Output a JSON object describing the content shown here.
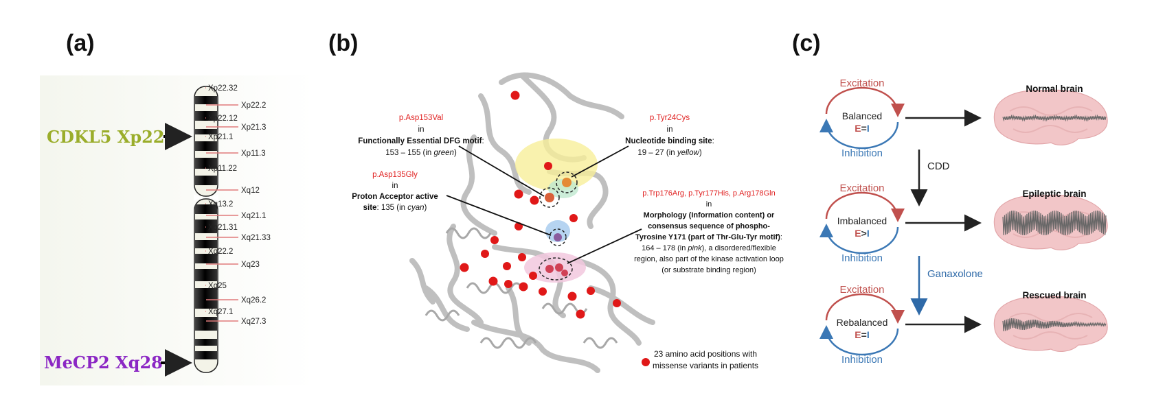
{
  "panels": [
    {
      "letter": "(a)"
    },
    {
      "letter": "(b)"
    },
    {
      "letter": "(c)"
    }
  ],
  "panel_a": {
    "genes": [
      {
        "label": "CDKL5 Xp22",
        "color": "#9aad2a"
      },
      {
        "label": "MeCP2 Xq28",
        "color": "#8b27c4"
      }
    ],
    "bands_right": [
      "Xp22.32",
      "Xp22.2",
      "Xp22.12",
      "Xp21.3",
      "Xp21.1",
      "Xp11.3",
      "Xp11.22",
      "Xq12",
      "Xq13.2",
      "Xq21.1",
      "Xq21.31",
      "Xq21.33",
      "Xq22.2",
      "Xq23",
      "Xq25",
      "Xq26.2",
      "Xq27.1",
      "Xq27.3"
    ]
  },
  "panel_b": {
    "annotations": {
      "asp153": {
        "variant": "p.Asp153Val",
        "in": "in",
        "title": "Functionally Essential DFG motif",
        "colon": ":",
        "range": "153 – 155  (in ",
        "color_word": "green",
        "close": ")"
      },
      "tyr24": {
        "variant": "p.Tyr24Cys",
        "in": "in",
        "title": "Nucleotide binding site",
        "colon": ":",
        "range": "19 – 27 (in ",
        "color_word": "yellow",
        "close": ")"
      },
      "asp135": {
        "variant": "p.Asp135Gly",
        "in": "in",
        "title_line1": "Proton Acceptor active",
        "title_line2": "site",
        "rest": ": 135 (in ",
        "color_word": "cyan",
        "close": ")"
      },
      "trp176": {
        "variant": "p.Trp176Arg, p.Tyr177His, p.Arg178Gln",
        "in": "in",
        "title_line1": "Morphology (Information content) or",
        "title_line2": "consensus sequence of phospho-",
        "title_line3": "Tyrosine Y171 (part of Thr-Glu-Tyr motif)",
        "colon": ":",
        "line4_a": "164 – 178 (in ",
        "line4_color": "pink",
        "line4_b": "), a disordered/flexible",
        "line5": "region, also part of the kinase activation loop",
        "line6": "(or substrate binding region)"
      }
    },
    "legend": {
      "line1": "23 amino acid positions with",
      "line2": "missense variants in patients",
      "dot_color": "#e02020"
    }
  },
  "panel_c": {
    "rows": [
      {
        "excitation": "Excitation",
        "state": "Balanced",
        "relation_l": "E",
        "relation_op": "=",
        "relation_r": "I",
        "inhibition": "Inhibition",
        "brain": "Normal brain"
      },
      {
        "excitation": "Excitation",
        "state": "Imbalanced",
        "relation_l": "E",
        "relation_op": ">",
        "relation_r": "I",
        "inhibition": "Inhibition",
        "brain": "Epileptic brain"
      },
      {
        "excitation": "Excitation",
        "state": "Rebalanced",
        "relation_l": "E",
        "relation_op": "=",
        "relation_r": "I",
        "inhibition": "Inhibition",
        "brain": "Rescued brain"
      }
    ],
    "transitions": [
      {
        "label": "CDD",
        "color": "#222222"
      },
      {
        "label": "Ganaxolone",
        "color": "#2f6aa8"
      }
    ],
    "colors": {
      "excitation": "#c0504d",
      "inhibition": "#3b78b5",
      "brain": "#f2c6c8"
    }
  }
}
